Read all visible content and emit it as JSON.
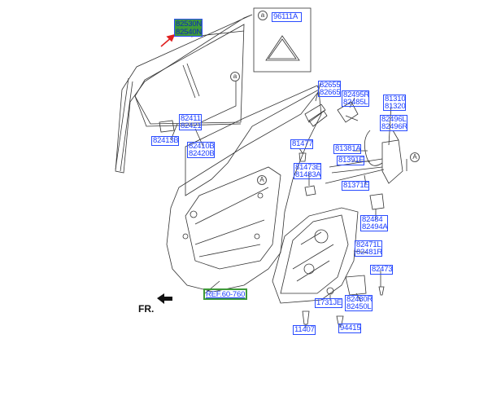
{
  "labels": {
    "p82530n": "82530N",
    "p82540n": "82540N",
    "p96111a": "96111A",
    "p82411": "82411",
    "p82421": "82421",
    "p82413b": "82413B",
    "p82410b": "82410B",
    "p82420b": "82420B",
    "p82655": "82655",
    "p82665": "82665",
    "p82495r": "82495R",
    "p82485l": "82485L",
    "p81310": "81310",
    "p81320": "81320",
    "p82496l": "82496L",
    "p82496r": "82496R",
    "p81477": "81477",
    "p81381a": "81381A",
    "p81391e": "81391E",
    "p81473e": "81473E",
    "p81483a": "81483A",
    "p81371e": "81371E",
    "p82484": "82484",
    "p82494a": "82494A",
    "p82471l": "82471L",
    "p82481r": "82481R",
    "p82473": "82473",
    "p1731je": "1731JE",
    "p82480r": "82480R",
    "p82450l": "82450L",
    "p11407": "11407",
    "p94415": "94415",
    "ref": "REF.60-760",
    "front": "FR.",
    "callout_a": "a",
    "callout_A": "A"
  },
  "colors": {
    "label_text": "#1a3cff",
    "label_border": "#2a4cff",
    "highlight": "#3f9a3a",
    "arrow": "#e02020",
    "line": "#333333"
  }
}
